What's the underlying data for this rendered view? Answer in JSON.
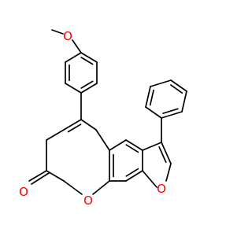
{
  "colors": {
    "bond": "#000000",
    "oxygen": "#ff0000",
    "background": "#ffffff"
  },
  "atoms": {
    "methoxy_o": "O",
    "ring_o": "O",
    "furan_o": "O",
    "carbonyl_o": "O"
  }
}
